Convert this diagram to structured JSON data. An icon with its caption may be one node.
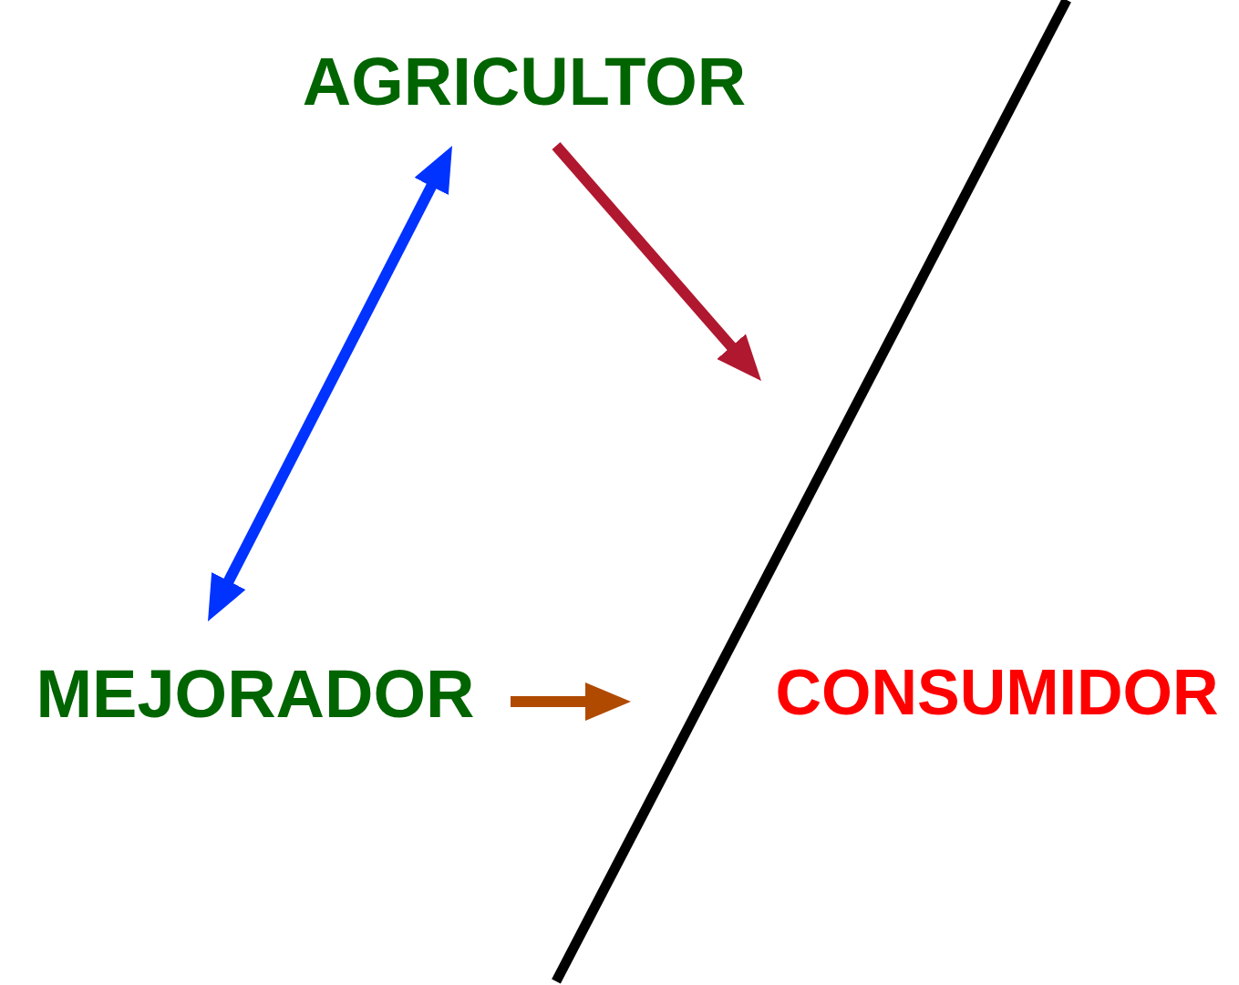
{
  "diagram": {
    "nodes": [
      {
        "text": [
          "AGRICULTOR"
        ]
      },
      {
        "text": [
          "MEJORADOR"
        ]
      },
      {
        "text": [
          "CONSUMIDOR"
        ]
      }
    ],
    "edges": [
      {
        "from": 0,
        "to": 1,
        "arrow": "both",
        "color": "#0033ff"
      },
      {
        "from": 0,
        "to": null,
        "arrow": "to",
        "color": "#b01830"
      },
      {
        "from": 1,
        "to": null,
        "arrow": "to",
        "color": "#b04a00"
      }
    ]
  }
}
